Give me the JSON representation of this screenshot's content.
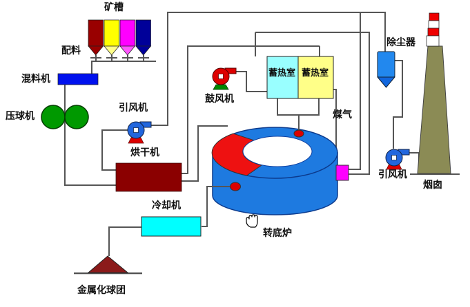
{
  "labels": {
    "ore_bin": "矿槽",
    "batching": "配料",
    "mixer": "混料机",
    "briquetting_machine": "压球机",
    "dryer_fan": "引风机",
    "dryer": "烘干机",
    "blower": "鼓风机",
    "regenerator_left": "蓄热室",
    "regenerator_right": "蓄热室",
    "coal_gas": "煤气",
    "dust_collector": "除尘器",
    "chimney_fan": "引风机",
    "chimney": "烟囱",
    "rotary_hearth_furnace": "转底炉",
    "cooler": "冷却机",
    "metallized_pellets": "金属化球团"
  },
  "colors": {
    "line": "#555555",
    "hopper_1": "#990000",
    "hopper_2": "#FFFF00",
    "hopper_2_funnel": "#FFFF88",
    "hopper_3": "#FF00FF",
    "hopper_3_funnel": "#FF55FF",
    "hopper_4": "#000099",
    "mixer": "#0011EE",
    "roller": "#009900",
    "dryer": "#8B0000",
    "cooler": "#00FFFF",
    "regenerator_left": "#99FFFF",
    "regenerator_right": "#FFFF88",
    "furnace": "#1E7AE0",
    "furnace_hole": "#FFFFFF",
    "furnace_segment": "#EE1111",
    "discharge_dot": "#DD0000",
    "flue_box": "#FF00FF",
    "dust_collector_body": "#2288EE",
    "dust_collector_funnel": "#1166DD",
    "chimney_body": "#8B8B55",
    "chimney_stripe": "#EE0000",
    "fan_blue": "#2266DD",
    "fan_red_base": "#DD0000",
    "blower_red": "#DD0000",
    "blower_green_base": "#008800",
    "pellet_pile": "#8B1A1A"
  }
}
